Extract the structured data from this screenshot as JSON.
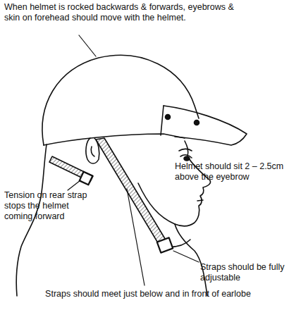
{
  "diagram": {
    "labels": [
      "When helmet is rocked backwards & forwards, eyebrows & skin on forehead should move with the helmet.",
      "Helmet should sit 2 – 2.5cm above the eyebrow",
      "Tension on rear strap stops the helmet coming forward",
      "Straps should be fully adjustable",
      "Straps should meet just below and in front of earlobe"
    ]
  }
}
